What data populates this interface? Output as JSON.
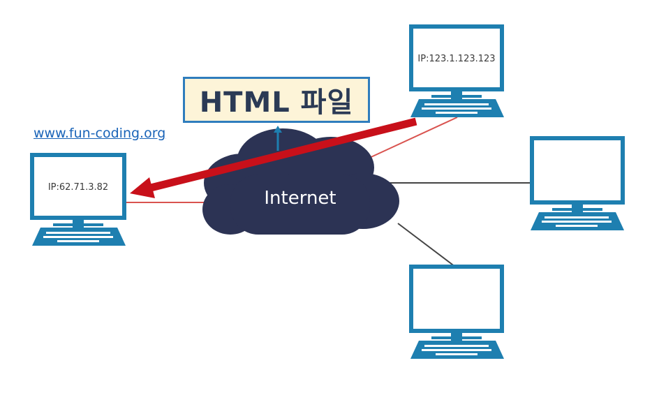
{
  "diagram": {
    "file_label": "HTML 파일",
    "url_text": "www.fun-coding.org",
    "cloud_label": "Internet",
    "computers": [
      {
        "id": "client",
        "ip": "IP:62.71.3.82"
      },
      {
        "id": "server",
        "ip": "IP:123.1.123.123"
      },
      {
        "id": "right",
        "ip": ""
      },
      {
        "id": "bottom",
        "ip": ""
      }
    ],
    "colors": {
      "monitor_frame": "#1e7fb0",
      "cloud": "#2c3354",
      "arrow": "#c8101a",
      "red_link": "#d9534f",
      "gray_link": "#444444",
      "file_box_bg": "#fdf4d8",
      "file_box_border": "#2f7dbd"
    }
  }
}
